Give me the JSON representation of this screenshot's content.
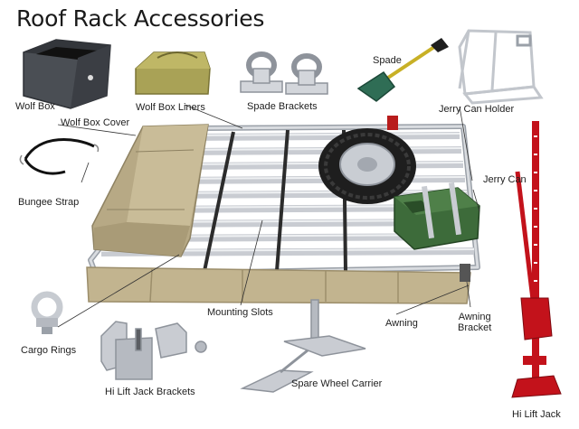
{
  "title": "Roof Rack Accessories",
  "labels": {
    "wolf_box": "Wolf Box",
    "wolf_box_liners": "Wolf Box Liners",
    "spade_brackets": "Spade Brackets",
    "spade": "Spade",
    "jerry_can_holder": "Jerry Can Holder",
    "wolf_box_cover": "Wolf Box Cover",
    "bungee_strap": "Bungee Strap",
    "jerry_can": "Jerry Can",
    "mounting_slots": "Mounting Slots",
    "awning": "Awning",
    "awning_bracket_line1": "Awning",
    "awning_bracket_line2": "Bracket",
    "cargo_rings": "Cargo Rings",
    "hi_lift_jack_brackets": "Hi Lift Jack Brackets",
    "spare_wheel_carrier": "Spare Wheel Carrier",
    "hi_lift_jack": "Hi Lift Jack"
  },
  "colors": {
    "canvas": "#c2b48f",
    "canvas_dark": "#9c8e6b",
    "rack": "#c9ccd2",
    "rack_dark": "#8e939b",
    "jerry_green": "#3d6b3a",
    "jack_red": "#c3121b",
    "box_grey": "#4a4e54",
    "liner_green": "#a9a256"
  }
}
